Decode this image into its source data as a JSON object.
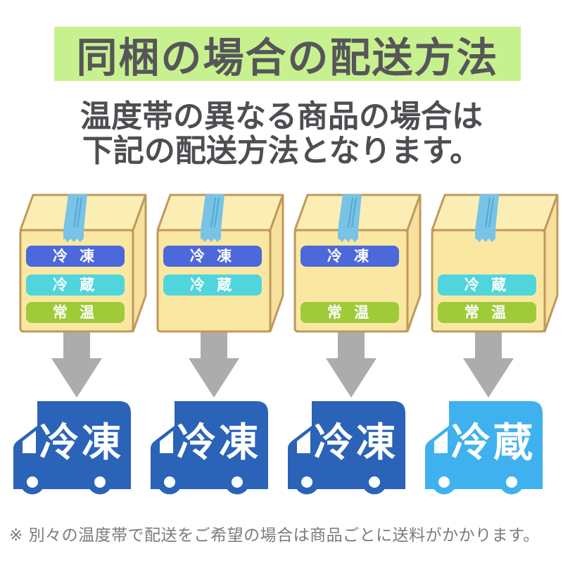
{
  "header": {
    "title": "同梱の場合の配送方法"
  },
  "subtitle": {
    "line1": "温度帯の異なる商品の場合は",
    "line2": "下記の配送方法となります。"
  },
  "temperature_types": {
    "frozen": {
      "label": "冷 凍",
      "color": "#4d68da"
    },
    "chilled": {
      "label": "冷 蔵",
      "color": "#50d5dd"
    },
    "ambient": {
      "label": "常 温",
      "color": "#9fcb39"
    }
  },
  "columns": [
    {
      "name": "frozen-chilled-ambient",
      "box_labels": [
        {
          "type": "frozen",
          "row": 0
        },
        {
          "type": "chilled",
          "row": 1
        },
        {
          "type": "ambient",
          "row": 2
        }
      ],
      "truck": {
        "label": "冷凍",
        "type": "frozen",
        "color": "#2a63b7"
      }
    },
    {
      "name": "frozen-chilled",
      "box_labels": [
        {
          "type": "frozen",
          "row": 0
        },
        {
          "type": "chilled",
          "row": 1
        }
      ],
      "truck": {
        "label": "冷凍",
        "type": "frozen",
        "color": "#2a63b7"
      }
    },
    {
      "name": "frozen-ambient",
      "box_labels": [
        {
          "type": "frozen",
          "row": 0
        },
        {
          "type": "ambient",
          "row": 2
        }
      ],
      "truck": {
        "label": "冷凍",
        "type": "frozen",
        "color": "#2a63b7"
      }
    },
    {
      "name": "chilled-ambient",
      "box_labels": [
        {
          "type": "chilled",
          "row": 1
        },
        {
          "type": "ambient",
          "row": 2
        }
      ],
      "truck": {
        "label": "冷蔵",
        "type": "chilled",
        "color": "#3fb1ee"
      }
    }
  ],
  "footnote": "※ 別々の温度帯で配送をご希望の場合は商品ごとに送料がかかります。",
  "colors": {
    "page_bg": "#ffffff",
    "banner_bg": "#c7f18e",
    "title_text": "#56565a",
    "subtitle_text": "#4d4d52",
    "box_fill": "#fae8a2",
    "box_top": "#fbeeb5",
    "box_side": "#f8e19c",
    "box_border": "#bf995c",
    "tape": "#79c3e7",
    "tape_line": "#54a8d2",
    "arrow": "#acacac",
    "label_text": "#ffffff",
    "footnote_text": "#7b7b7b"
  }
}
